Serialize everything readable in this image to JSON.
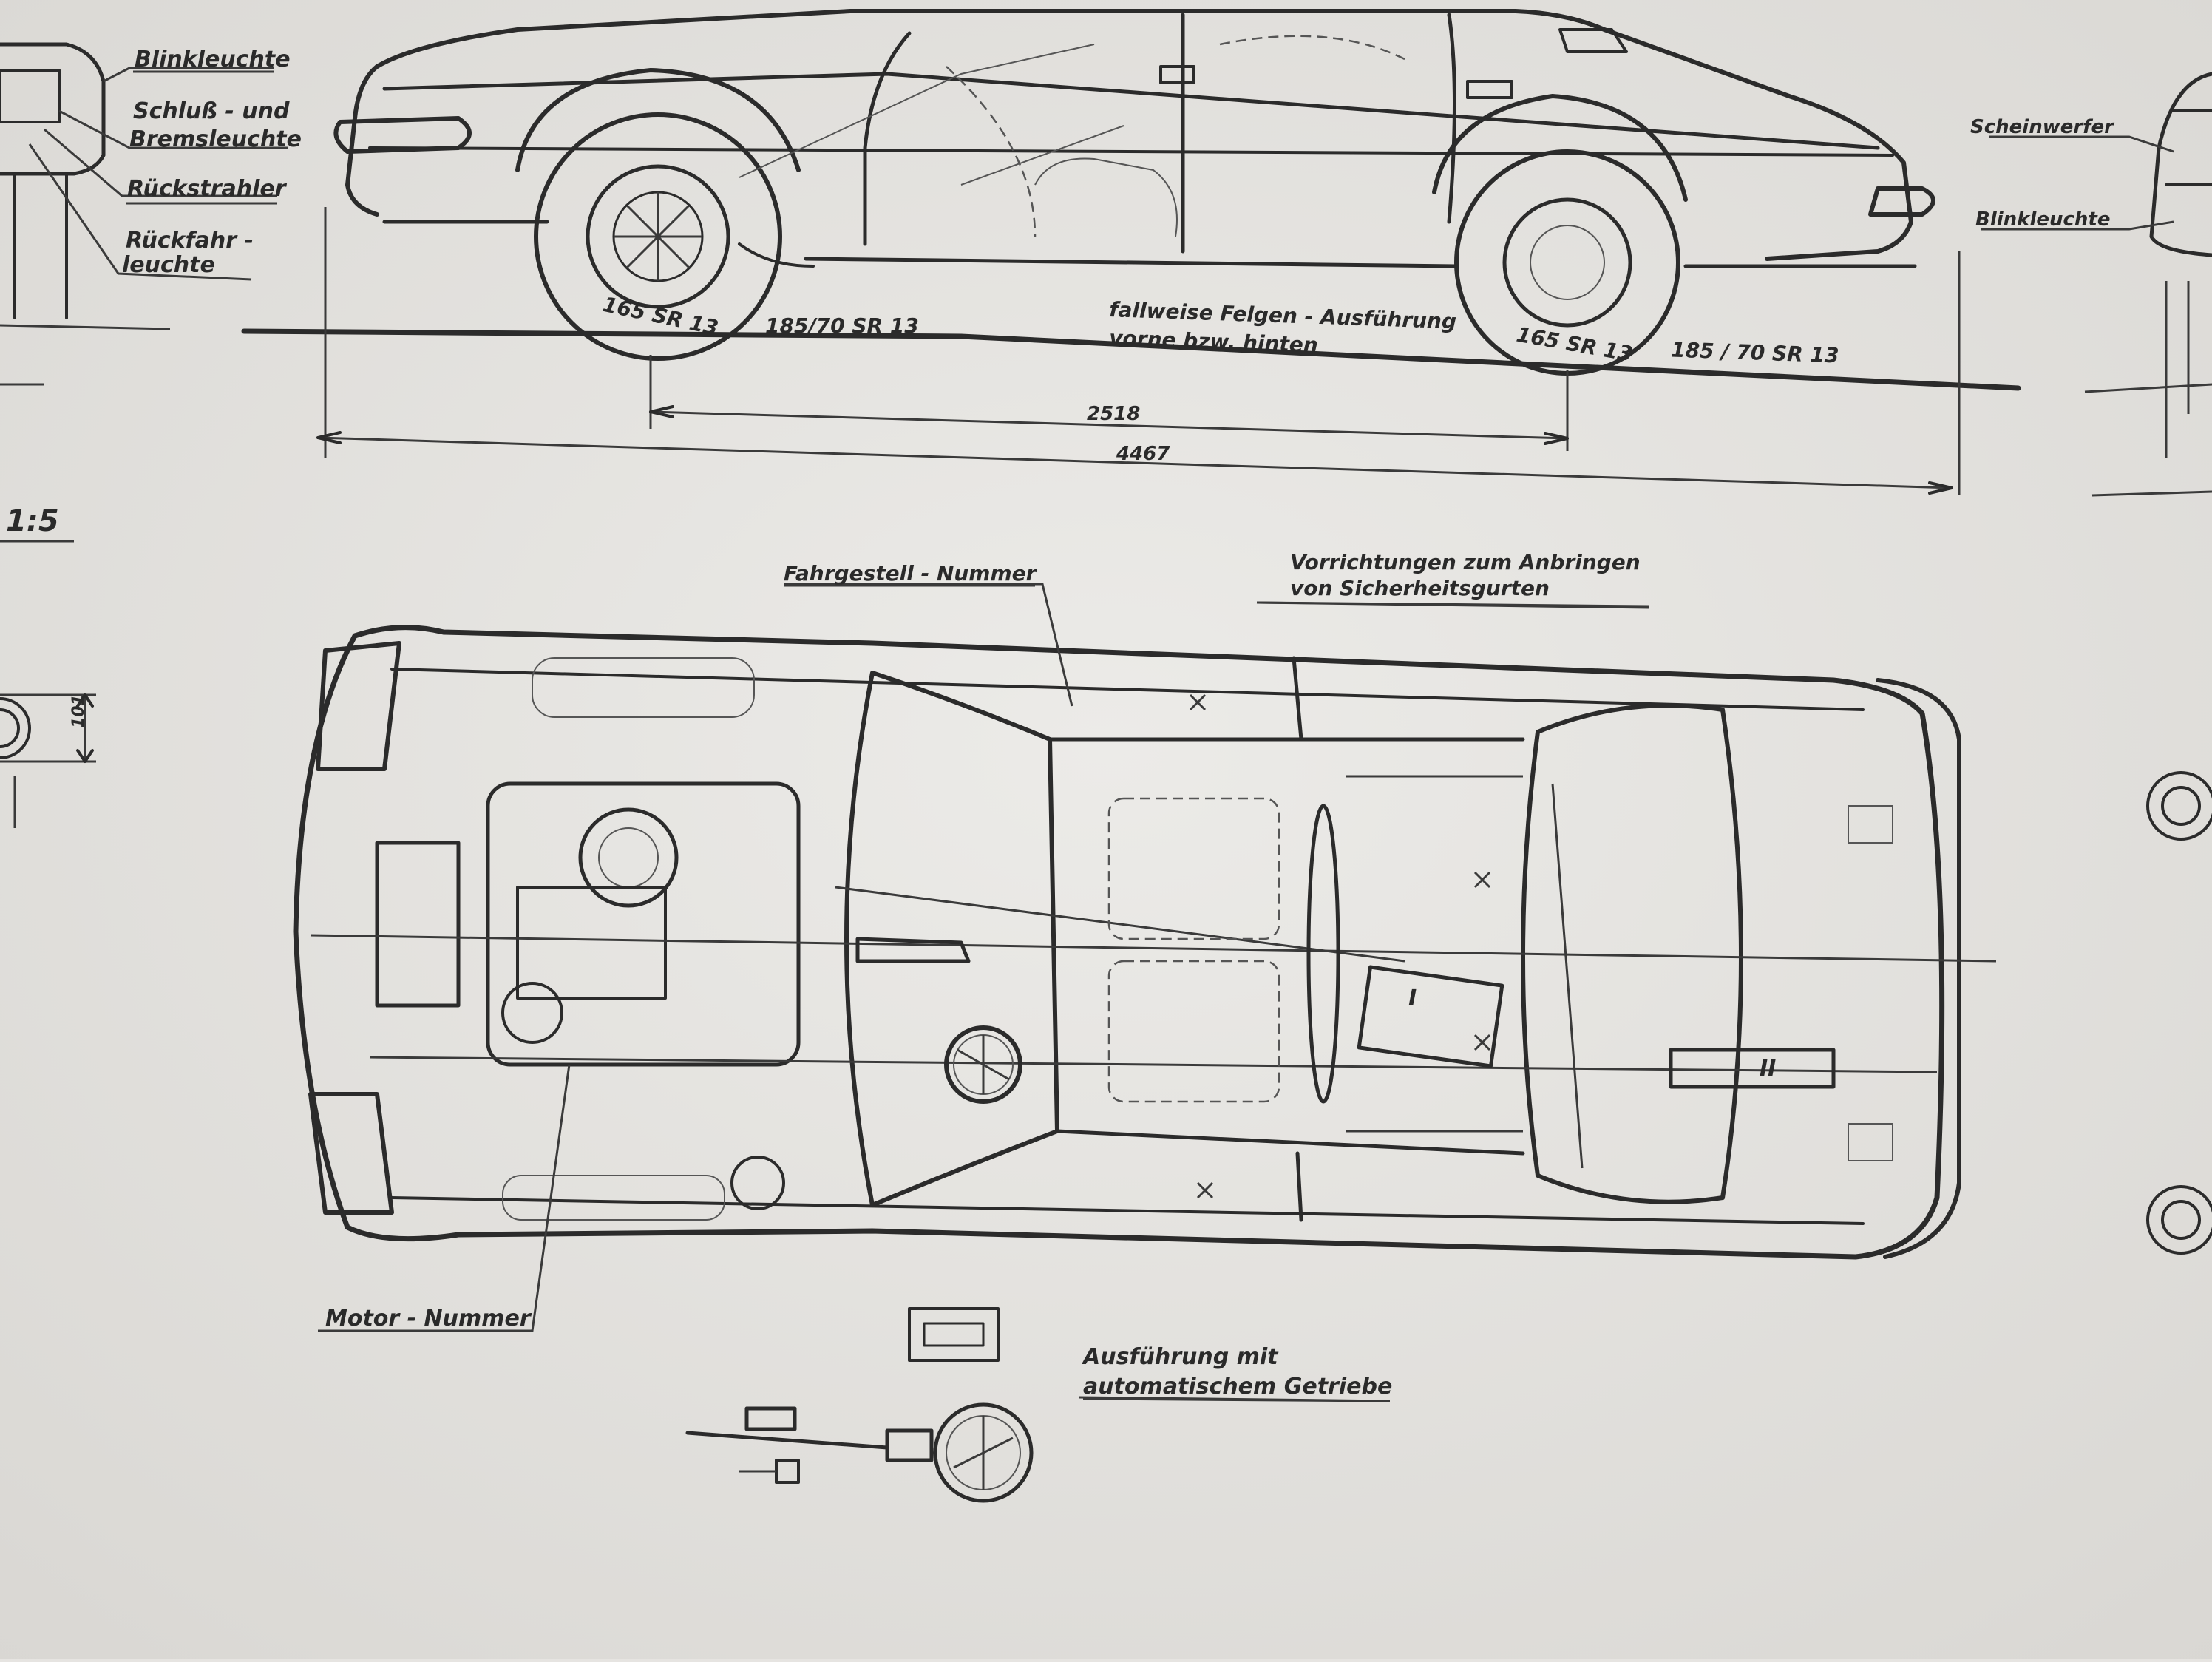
{
  "labels": {
    "blinkleuchte_rear": "Blinkleuchte",
    "schluss_line1": "Schluß - und",
    "schluss_line2": "Bremsleuchte",
    "rueckstrahler": "Rückstrahler",
    "rueckfahr_line1": "Rückfahr -",
    "rueckfahr_line2": "leuchte",
    "tire_left_small": "165 SR 13",
    "tire_left_big": "185/70 SR 13",
    "felgen_line1": "fallweise Felgen - Ausführung",
    "felgen_line2": "vorne bzw. hinten",
    "tire_right_small": "165 SR 13",
    "tire_right_big": "185 / 70 SR 13",
    "dim_wheelbase": "2518",
    "dim_length": "4467",
    "scale": "1:5",
    "scheinwerfer": "Scheinwerfer",
    "blinkleuchte_front": "Blinkleuchte",
    "fahrgestell": "Fahrgestell - Nummer",
    "vorrichtungen_line1": "Vorrichtungen zum Anbringen",
    "vorrichtungen_line2": "von Sicherheitsgurten",
    "dim_101": "101",
    "motor_nummer": "Motor - Nummer",
    "automatic_line1": "Ausführung mit",
    "automatic_line2": "automatischem Getriebe",
    "mark_I": "I",
    "mark_II": "II"
  },
  "colors": {
    "paper": "#e6e4e1",
    "ink": "#2b2b2b"
  }
}
